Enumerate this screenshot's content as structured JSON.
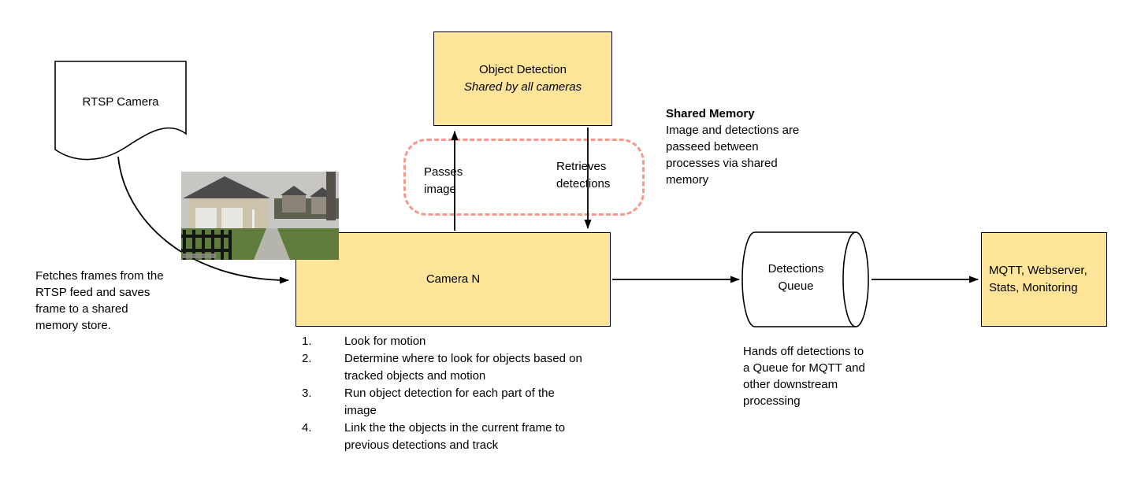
{
  "colors": {
    "box_fill": "#ffe599",
    "dash": "#f4998c",
    "stroke": "#000000"
  },
  "nodes": {
    "rtsp_camera": {
      "label": "RTSP Camera"
    },
    "object_detection": {
      "title": "Object Detection",
      "subtitle": "Shared by all cameras"
    },
    "camera_n": {
      "label": "Camera N"
    },
    "detections_queue": {
      "label": "Detections Queue"
    },
    "mqtt": {
      "label": "MQTT, Webserver, Stats, Monitoring"
    }
  },
  "edges": {
    "passes_image": "Passes image",
    "retrieves_detections": "Retrieves detections"
  },
  "notes": {
    "fetch": "Fetches frames from the RTSP feed and saves frame to a shared memory store.",
    "shared_memory_title": "Shared Memory",
    "shared_memory_lines": [
      "Image and detections are",
      "passeed between",
      "processes via shared",
      "memory"
    ],
    "handoff": "Hands off detections to a Queue for MQTT and other downstream processing"
  },
  "camera_steps": [
    {
      "num": "1.",
      "text": "Look for motion"
    },
    {
      "num": "2.",
      "text": "Determine where to look for objects based on tracked objects and motion"
    },
    {
      "num": "3.",
      "text": "Run object detection for each part of the image"
    },
    {
      "num": "4.",
      "text": "Link the the objects in the current frame to previous detections and track"
    }
  ]
}
